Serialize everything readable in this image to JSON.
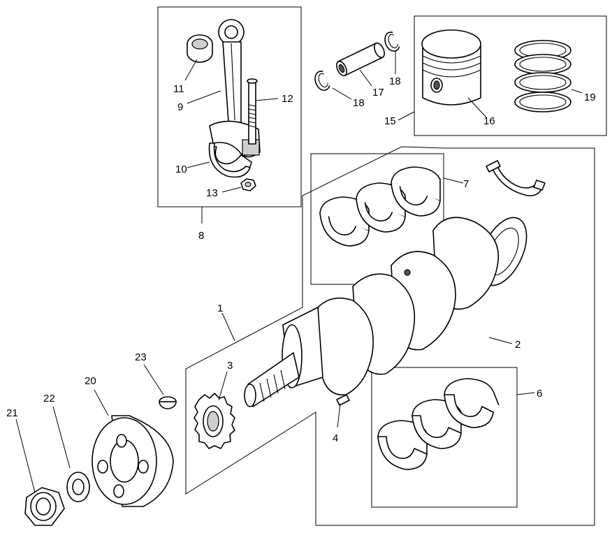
{
  "callouts": {
    "c1": "1",
    "c2": "2",
    "c3": "3",
    "c4": "4",
    "c6": "6",
    "c7": "7",
    "c8": "8",
    "c9": "9",
    "c10": "10",
    "c11": "11",
    "c12": "12",
    "c13": "13",
    "c15": "15",
    "c16": "16",
    "c17": "17",
    "c18a": "18",
    "c18b": "18",
    "c19": "19",
    "c20": "20",
    "c21": "21",
    "c22": "22",
    "c23": "23"
  }
}
